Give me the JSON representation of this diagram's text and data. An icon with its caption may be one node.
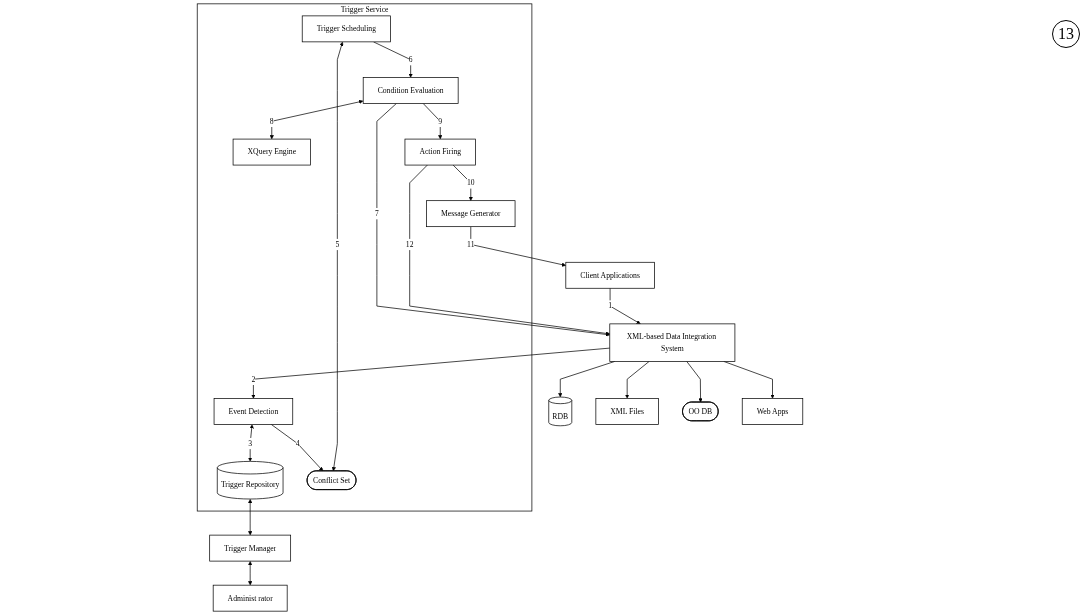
{
  "diagram": {
    "nodes": [
      {
        "text": [
          "Client Applications"
        ]
      },
      {
        "text": [
          "XML-based Data Integration System"
        ]
      },
      {
        "text": [
          "Trigger Service"
        ]
      },
      {
        "text": [
          "Event Detection"
        ],
        "in": 2
      },
      {
        "text": [
          "Trigger Repository"
        ],
        "in": 2
      },
      {
        "text": [
          "Conflict Set"
        ],
        "in": 2
      },
      {
        "text": [
          "Trigger Scheduling"
        ],
        "in": 2
      },
      {
        "text": [
          "Condition Evaluation"
        ],
        "in": 2
      },
      {
        "text": [
          "XQuery Engine"
        ],
        "in": 2
      },
      {
        "text": [
          "Action Firing"
        ],
        "in": 2
      },
      {
        "text": [
          "Message Generator"
        ],
        "in": 2
      },
      {
        "text": [
          "Trigger Manager"
        ]
      },
      {
        "text": [
          "Administ rator"
        ]
      },
      {
        "text": [
          "RDB"
        ]
      },
      {
        "text": [
          "XML Files"
        ]
      },
      {
        "text": [
          "OO DB"
        ]
      },
      {
        "text": [
          "Web Apps"
        ]
      }
    ],
    "edges": [
      {
        "from": 0,
        "to": 1,
        "arrow": "to",
        "label": "1"
      },
      {
        "from": 1,
        "to": 3,
        "arrow": "to",
        "label": "2"
      },
      {
        "from": 3,
        "to": 4,
        "arrow": "both",
        "label": "3"
      },
      {
        "from": 3,
        "to": 5,
        "arrow": "to",
        "label": "4"
      },
      {
        "from": 6,
        "to": 5,
        "arrow": "both",
        "label": "5"
      },
      {
        "from": 6,
        "to": 7,
        "arrow": "to",
        "label": "6"
      },
      {
        "from": 7,
        "to": 1,
        "arrow": "to",
        "label": "7"
      },
      {
        "from": 7,
        "to": 8,
        "arrow": "both",
        "label": "8"
      },
      {
        "from": 7,
        "to": 9,
        "arrow": "to",
        "label": "9"
      },
      {
        "from": 9,
        "to": 10,
        "arrow": "to",
        "label": "10"
      },
      {
        "from": 10,
        "to": 0,
        "arrow": "to",
        "label": "11"
      },
      {
        "from": 9,
        "to": 1,
        "arrow": "to",
        "label": "12"
      },
      {
        "from": 4,
        "to": 11,
        "arrow": "both"
      },
      {
        "from": 11,
        "to": 12,
        "arrow": "both"
      },
      {
        "from": 1,
        "to": 13,
        "arrow": "to"
      },
      {
        "from": 1,
        "to": 14,
        "arrow": "to"
      },
      {
        "from": 1,
        "to": 15,
        "arrow": "to"
      },
      {
        "from": 1,
        "to": 16,
        "arrow": "to"
      }
    ],
    "labels": [
      "13"
    ]
  }
}
